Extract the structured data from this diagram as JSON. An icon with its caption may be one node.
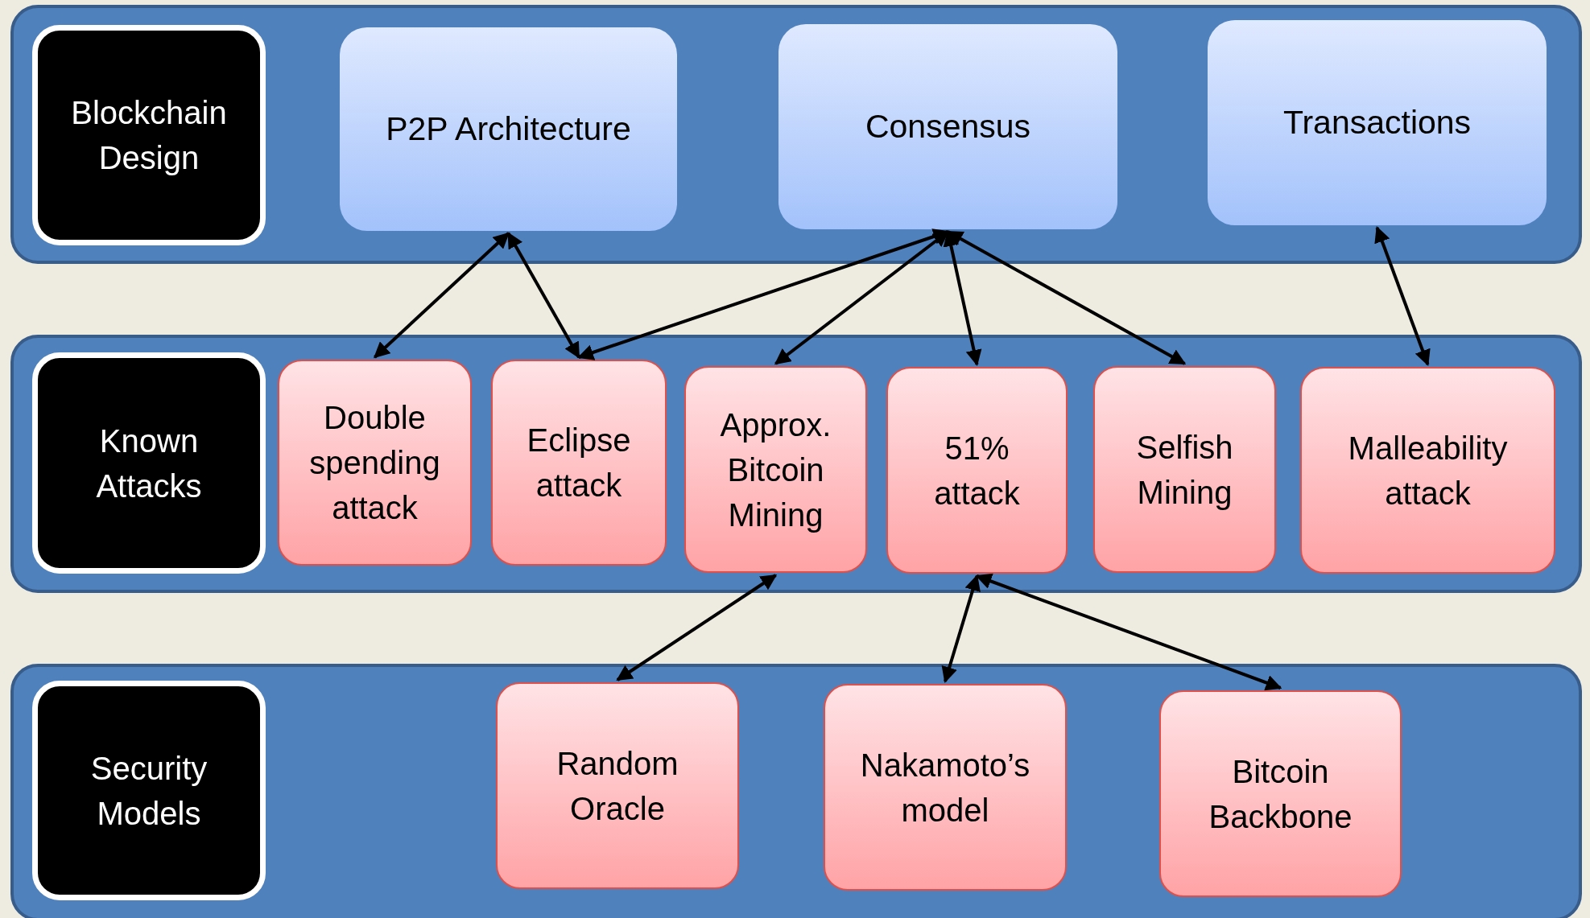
{
  "diagram": {
    "nodes": [
      {
        "text": [],
        "shape": "band"
      },
      {
        "text": [
          "Blockchain Design"
        ],
        "in": 0
      },
      {
        "text": [
          "P2P Architecture"
        ],
        "in": 0
      },
      {
        "text": [
          "Consensus"
        ],
        "in": 0
      },
      {
        "text": [
          "Transactions"
        ],
        "in": 0
      },
      {
        "text": [],
        "shape": "band"
      },
      {
        "text": [
          "Known Attacks"
        ],
        "in": 5
      },
      {
        "text": [
          "Double spending attack"
        ],
        "in": 5
      },
      {
        "text": [
          "Eclipse attack"
        ],
        "in": 5
      },
      {
        "text": [
          "Approx. Bitcoin Mining"
        ],
        "in": 5
      },
      {
        "text": [
          "51% attack"
        ],
        "in": 5
      },
      {
        "text": [
          "Selfish Mining"
        ],
        "in": 5
      },
      {
        "text": [
          "Malleability attack"
        ],
        "in": 5
      },
      {
        "text": [],
        "shape": "band"
      },
      {
        "text": [
          "Security Models"
        ],
        "in": 13
      },
      {
        "text": [
          "Random Oracle"
        ],
        "in": 13
      },
      {
        "text": [
          "Nakamoto’s model"
        ],
        "in": 13
      },
      {
        "text": [
          "Bitcoin Backbone"
        ],
        "in": 13
      }
    ],
    "edges": [
      {
        "from": 2,
        "to": 7,
        "arrow": "both"
      },
      {
        "from": 2,
        "to": 8,
        "arrow": "both"
      },
      {
        "from": 3,
        "to": 8,
        "arrow": "both"
      },
      {
        "from": 3,
        "to": 9,
        "arrow": "both"
      },
      {
        "from": 3,
        "to": 10,
        "arrow": "both"
      },
      {
        "from": 3,
        "to": 11,
        "arrow": "both"
      },
      {
        "from": 4,
        "to": 12,
        "arrow": "both"
      },
      {
        "from": 9,
        "to": 15,
        "arrow": "both"
      },
      {
        "from": 10,
        "to": 16,
        "arrow": "both"
      },
      {
        "from": 10,
        "to": 17,
        "arrow": "both"
      }
    ]
  }
}
